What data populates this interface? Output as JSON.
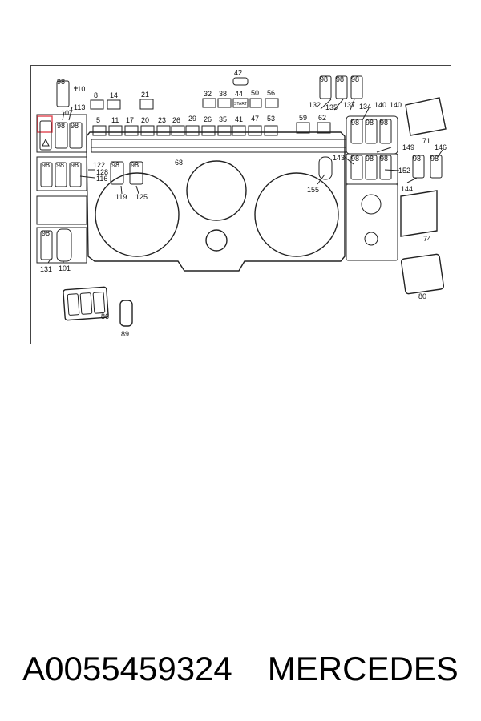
{
  "footer": {
    "part_number": "A0055459324",
    "brand": "MERCEDES"
  },
  "highlight_color": "#e0454f",
  "callouts": {
    "c42": "42",
    "c110": "110",
    "c98a": "98",
    "c8": "8",
    "c14": "14",
    "c21": "21",
    "c32": "32",
    "c38": "38",
    "c44": "44",
    "c50": "50",
    "c56": "56",
    "c132": "132",
    "c135": "135",
    "c137": "137",
    "c134": "134",
    "c140a": "140",
    "c140b": "140",
    "c113": "113",
    "c107": "107",
    "c5": "5",
    "c11": "11",
    "c17": "17",
    "c20": "20",
    "c23": "23",
    "c26a": "26",
    "c29": "29",
    "c26b": "26",
    "c35": "35",
    "c41": "41",
    "c47": "47",
    "c53": "53",
    "c59": "59",
    "c62": "62",
    "c71": "71",
    "c149": "149",
    "c146": "146",
    "c143": "143",
    "c152": "152",
    "c144": "144",
    "c68": "68",
    "c122": "122",
    "c128": "128",
    "c116": "116",
    "c119": "119",
    "c125": "125",
    "c155": "155",
    "c74": "74",
    "c131": "131",
    "c101": "101",
    "c86": "86",
    "c89": "89",
    "c80": "80"
  },
  "switch_labels": {
    "s98": "98",
    "start": "START"
  }
}
